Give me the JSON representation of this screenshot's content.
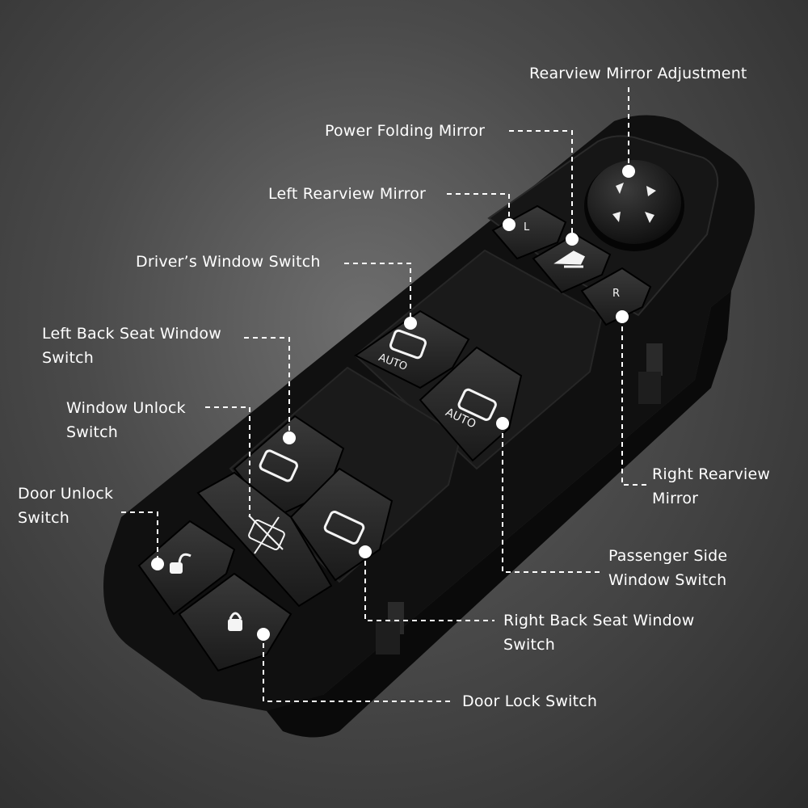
{
  "labels": {
    "rearview_mirror_adjustment": "Rearview Mirror Adjustment",
    "power_folding_mirror": "Power Folding Mirror",
    "left_rearview_mirror": "Left Rearview Mirror",
    "drivers_window_switch": "Driver’s Window Switch",
    "left_back_seat_window_switch": [
      "Left Back Seat Window",
      "Switch"
    ],
    "window_unlock_switch": [
      "Window Unlock",
      "Switch"
    ],
    "door_unlock_switch": [
      "Door Unlock",
      "Switch"
    ],
    "right_rearview_mirror": [
      "Right Rearview",
      "Mirror"
    ],
    "passenger_side_window_switch": [
      "Passenger Side",
      "Window Switch"
    ],
    "right_back_seat_window_switch": [
      "Right Back Seat Window",
      "Switch"
    ],
    "door_lock_switch": "Door Lock Switch"
  },
  "button_text": {
    "mirror_left": "L",
    "mirror_right": "R",
    "driver_auto": "AUTO",
    "passenger_auto": "AUTO"
  },
  "icons": [
    "arrow-up-icon",
    "arrow-down-icon",
    "arrow-left-icon",
    "arrow-right-icon",
    "mirror-fold-icon",
    "window-icon",
    "window-lock-icon",
    "unlock-icon",
    "lock-icon"
  ],
  "colors": {
    "panel": "#111111",
    "background": "#4a4a4a",
    "text": "#ffffff",
    "leader": "#ffffff"
  }
}
